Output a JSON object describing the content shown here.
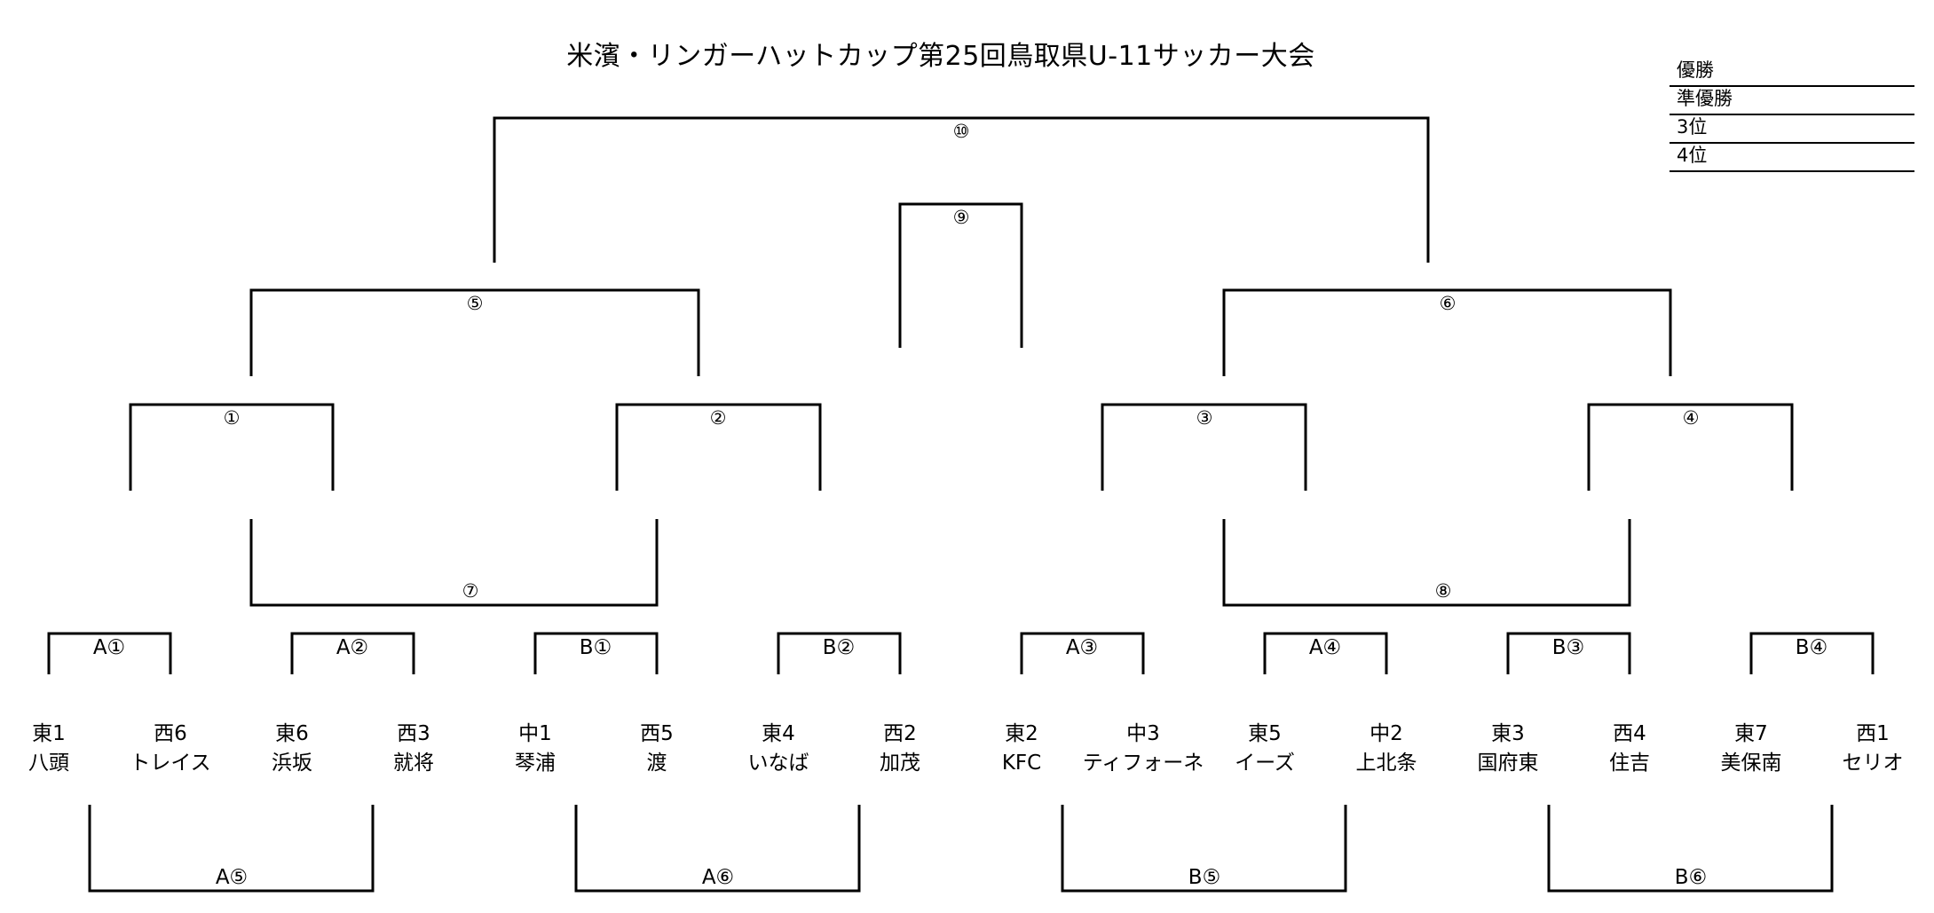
{
  "title": "米濱・リンガーハットカップ第25回鳥取県U-11サッカー大会",
  "rankings": [
    "優勝",
    "準優勝",
    "3位",
    "4位"
  ],
  "matches": {
    "m10": "⑩",
    "m9": "⑨",
    "m5": "⑤",
    "m6": "⑥",
    "m1": "①",
    "m2": "②",
    "m3": "③",
    "m4": "④",
    "m7": "⑦",
    "m8": "⑧"
  },
  "groups": [
    "A①",
    "A②",
    "B①",
    "B②",
    "A③",
    "A④",
    "B③",
    "B④"
  ],
  "teams": [
    {
      "code": "東1",
      "name": "八頭"
    },
    {
      "code": "西6",
      "name": "トレイス"
    },
    {
      "code": "東6",
      "name": "浜坂"
    },
    {
      "code": "西3",
      "name": "就将"
    },
    {
      "code": "中1",
      "name": "琴浦"
    },
    {
      "code": "西5",
      "name": "渡"
    },
    {
      "code": "東4",
      "name": "いなば"
    },
    {
      "code": "西2",
      "name": "加茂"
    },
    {
      "code": "東2",
      "name": "KFC"
    },
    {
      "code": "中3",
      "name": "ティフォーネ"
    },
    {
      "code": "東5",
      "name": "イーズ"
    },
    {
      "code": "中2",
      "name": "上北条"
    },
    {
      "code": "東3",
      "name": "国府東"
    },
    {
      "code": "西4",
      "name": "住吉"
    },
    {
      "code": "東7",
      "name": "美保南"
    },
    {
      "code": "西1",
      "name": "セリオ"
    }
  ],
  "classification": [
    "A⑤",
    "A⑥",
    "B⑤",
    "B⑥"
  ]
}
